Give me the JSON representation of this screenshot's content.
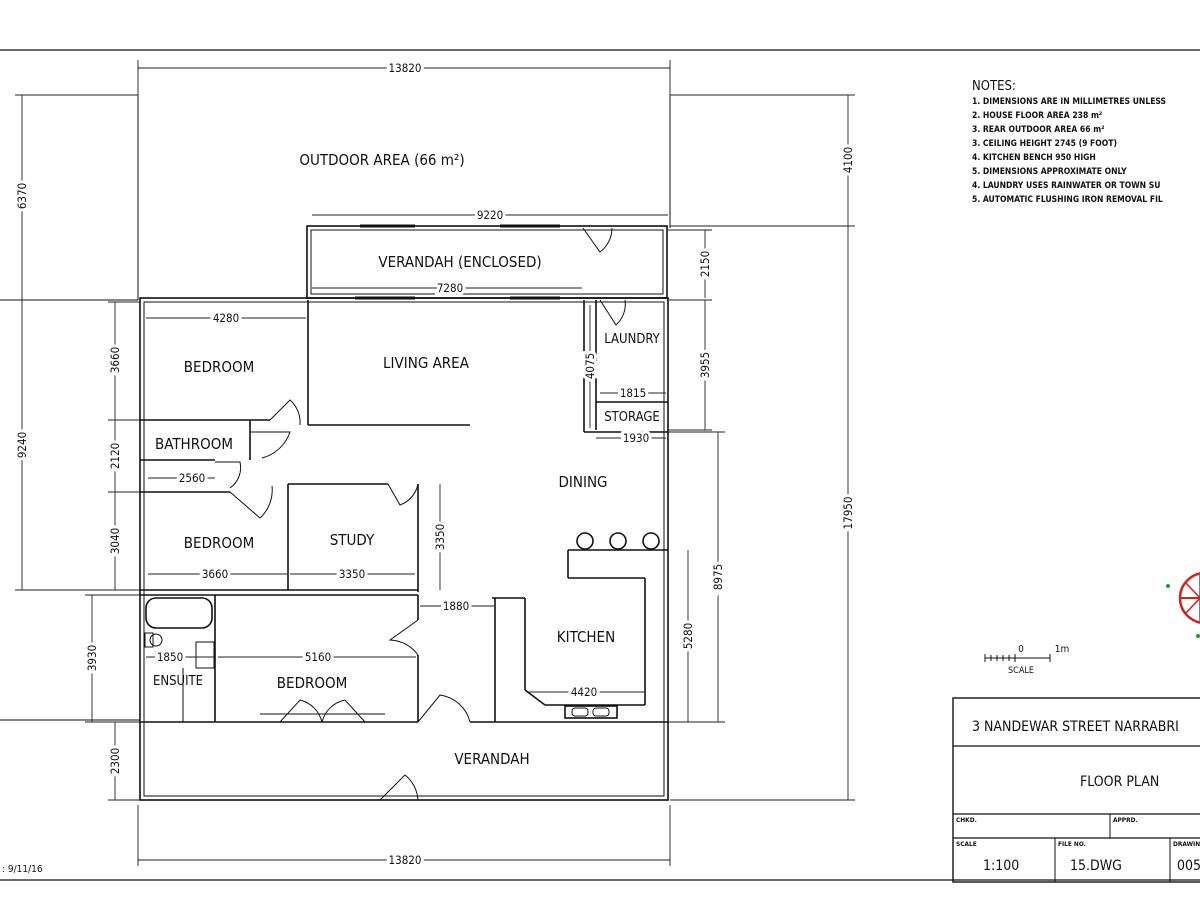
{
  "rooms": {
    "outdoor_area": "OUTDOOR AREA (66 m²)",
    "verandah_enclosed": "VERANDAH (ENCLOSED)",
    "laundry": "LAUNDRY",
    "storage": "STORAGE",
    "bedroom_1": "BEDROOM",
    "living_area": "LIVING AREA",
    "bathroom": "BATHROOM",
    "dining": "DINING",
    "bedroom_2": "BEDROOM",
    "study": "STUDY",
    "kitchen": "KITCHEN",
    "ensuite": "ENSUITE",
    "bedroom_3": "BEDROOM",
    "verandah": "VERANDAH"
  },
  "dimensions": {
    "overall_width_top": "13820",
    "overall_width_bottom": "13820",
    "outdoor_depth_left": "6370",
    "outdoor_depth_right": "4100",
    "verandah_enclosed_width": "9220",
    "verandah_enclosed_depth": "2150",
    "living_width": "7280",
    "bedroom1_width": "4280",
    "bedroom1_depth": "3660",
    "house_depth_left": "9240",
    "laundry_depth": "4075",
    "laundry_area_depth": "3955",
    "storage_width": "1815",
    "dining_width": "1930",
    "bathroom_depth": "2120",
    "bathroom_width": "2560",
    "study_depth": "3350",
    "bedroom2_depth": "3040",
    "bedroom2_width": "3660",
    "study_width": "3350",
    "dining_kitchen_depth": "8975",
    "overall_depth": "17950",
    "kitchen_opening": "1880",
    "kitchen_depth": "5280",
    "ensuite_depth": "3930",
    "ensuite_width": "1850",
    "bedroom3_width": "5160",
    "kitchen_bench": "4420",
    "verandah_depth": "2300"
  },
  "notes": {
    "heading": "NOTES:",
    "items": [
      "1. DIMENSIONS ARE IN MILLIMETRES UNLESS",
      "2. HOUSE FLOOR AREA 238 m²",
      "3. REAR OUTDOOR AREA 66 m²",
      "3. CEILING HEIGHT 2745 (9 FOOT)",
      "4. KITCHEN BENCH 950 HIGH",
      "5. DIMENSIONS APPROXIMATE ONLY",
      "4. LAUNDRY USES RAINWATER OR TOWN SU",
      "5. AUTOMATIC FLUSHING IRON REMOVAL FIL"
    ]
  },
  "scale_bar": {
    "zero": "0",
    "one": "1m",
    "label": "SCALE"
  },
  "title_block": {
    "address": "3 NANDEWAR STREET NARRABRI",
    "title": "FLOOR PLAN",
    "chkd_label": "CHKD.",
    "apprd_label": "APPRD.",
    "scale_label": "SCALE",
    "scale_value": "1:100",
    "file_label": "FILE NO.",
    "file_value": "15.DWG",
    "drawing_label": "DRAWING",
    "drawing_value": "005"
  },
  "date_stamp": ": 9/11/16",
  "colors": {
    "lines": "#111111",
    "compass": "#d42020",
    "compass_accent": "#20a020"
  }
}
